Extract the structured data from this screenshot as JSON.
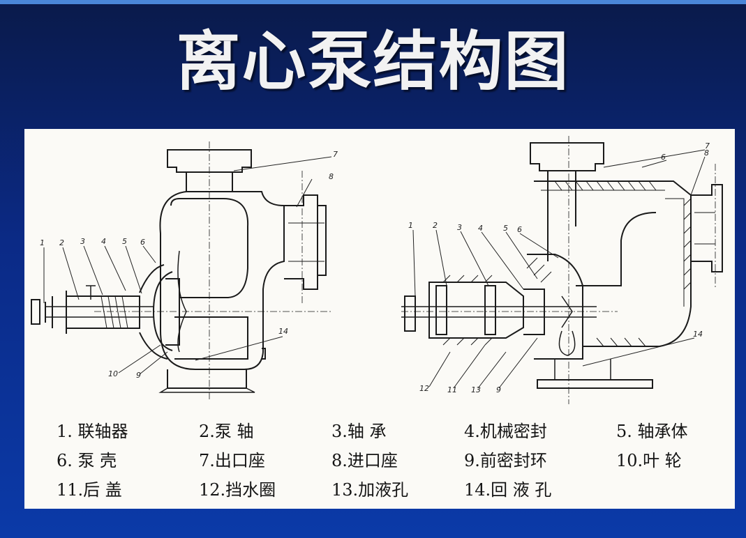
{
  "title": "离心泵结构图",
  "legend": [
    "1. 联轴器",
    "2.泵  轴",
    "3.轴  承",
    "4.机械密封",
    "5. 轴承体",
    "6. 泵  壳",
    "7.出口座",
    "8.进口座",
    "9.前密封环",
    "10.叶  轮",
    "11.后  盖",
    "12.挡水圈",
    "13.加液孔",
    "14.回 液 孔"
  ],
  "left_view_labels": [
    "1",
    "2",
    "3",
    "4",
    "5",
    "6",
    "7",
    "8",
    "10",
    "9",
    "14"
  ],
  "right_view_labels": [
    "1",
    "2",
    "3",
    "4",
    "5",
    "6",
    "7",
    "6",
    "8",
    "12",
    "11",
    "13",
    "9",
    "14"
  ],
  "colors": {
    "background": "#0b2a86",
    "panel": "#fbfaf6",
    "title": "#f2f2f2"
  }
}
